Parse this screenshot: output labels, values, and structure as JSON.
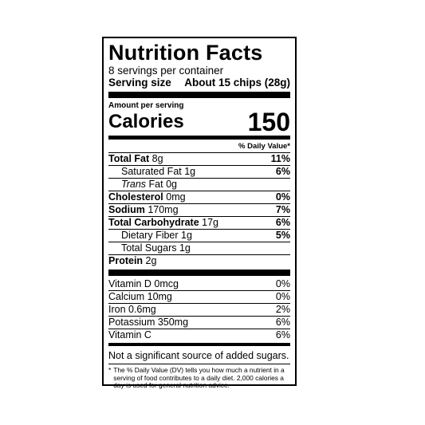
{
  "title": "Nutrition Facts",
  "servings_per_container": "8 servings per container",
  "serving_size": {
    "label": "Serving size",
    "value": "About 15 chips (28g)"
  },
  "amount_per_serving": "Amount per serving",
  "calories": {
    "label": "Calories",
    "value": "150"
  },
  "daily_value_header": "% Daily Value*",
  "nutrients": [
    {
      "name": "Total Fat",
      "amount": "8g",
      "dv": "11%"
    },
    {
      "name": "Saturated Fat",
      "amount": "1g",
      "dv": "6%"
    },
    {
      "name_italic": "Trans",
      "name": "Fat",
      "amount": "0g",
      "dv": ""
    },
    {
      "name": "Cholesterol",
      "amount": "0mg",
      "dv": "0%"
    },
    {
      "name": "Sodium",
      "amount": "170mg",
      "dv": "7%"
    },
    {
      "name": "Total Carbohydrate",
      "amount": "17g",
      "dv": "6%"
    },
    {
      "name": "Dietary Fiber",
      "amount": "1g",
      "dv": "5%"
    },
    {
      "name": "Total Sugars",
      "amount": "1g",
      "dv": ""
    },
    {
      "name": "Protein",
      "amount": "2g",
      "dv": ""
    }
  ],
  "vitamins": [
    {
      "label": "Vitamin D 0mcg",
      "dv": "0%"
    },
    {
      "label": "Calcium 10mg",
      "dv": "0%"
    },
    {
      "label": "Iron 0.6mg",
      "dv": "2%"
    },
    {
      "label": "Potassium 350mg",
      "dv": "6%"
    },
    {
      "label": "Vitamin C",
      "dv": "6%"
    }
  ],
  "not_significant": "Not a significant source of added sugars.",
  "footnote": {
    "star": "*",
    "text": "The % Daily Value (DV) tells you how much a nutrient in a serving of food contributes to a daily diet. 2,000 calories a day is used for general nutrition advice."
  }
}
